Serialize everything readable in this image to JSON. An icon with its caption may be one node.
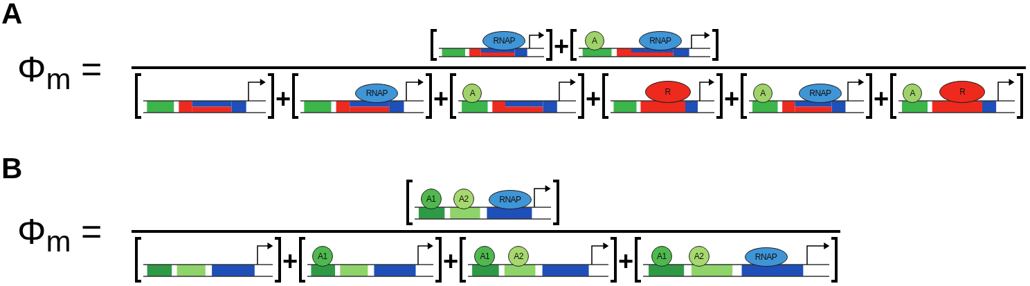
{
  "diagram": {
    "nodes": [
      {
        "text": [
          "RNAP"
        ]
      },
      {
        "text": [
          "A"
        ]
      },
      {
        "text": [
          "RNAP"
        ]
      },
      {
        "text": [
          "RNAP"
        ]
      },
      {
        "text": [
          "A"
        ]
      },
      {
        "text": [
          "R"
        ]
      },
      {
        "text": [
          "A"
        ]
      },
      {
        "text": [
          "RNAP"
        ]
      },
      {
        "text": [
          "A"
        ]
      },
      {
        "text": [
          "R"
        ]
      },
      {
        "text": [
          "A1"
        ]
      },
      {
        "text": [
          "A2"
        ]
      },
      {
        "text": [
          "RNAP"
        ]
      },
      {
        "text": [
          "A1"
        ]
      },
      {
        "text": [
          "A1"
        ]
      },
      {
        "text": [
          "A2"
        ]
      },
      {
        "text": [
          "A1"
        ]
      },
      {
        "text": [
          "A2"
        ]
      },
      {
        "text": [
          "RNAP"
        ]
      }
    ],
    "labels": [
      "A",
      "Φ$_{m}$ =",
      "+",
      "+",
      "+",
      "+",
      "+",
      "+",
      "B",
      "Φ$_{m}$ =",
      "+",
      "+",
      "+"
    ]
  }
}
